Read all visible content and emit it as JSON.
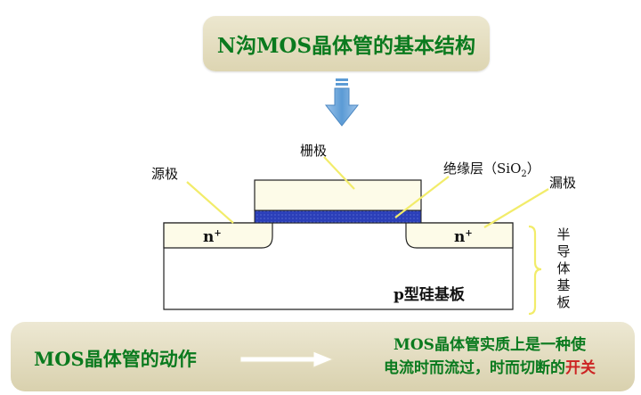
{
  "title": "N沟MOS晶体管的基本结构",
  "labels": {
    "gate": "栅极",
    "oxide": "绝缘层（SiO",
    "oxide_sub": "2",
    "oxide_close": "）",
    "source": "源极",
    "drain": "漏极",
    "n_left": "n",
    "n_right": "n",
    "n_sup": "+",
    "substrate": "p型硅基板",
    "semiconductor_substrate": [
      "半",
      "导",
      "体",
      "基",
      "板"
    ]
  },
  "bottom": {
    "action": "MOS晶体管的动作",
    "essence_line1": "MOS晶体管实质上是一种使",
    "essence_line2": "电流时而流过，时而切断的",
    "essence_highlight": "开关"
  },
  "colors": {
    "title_text": "#0a7a1e",
    "arrow_blue": "#5b9bd5",
    "oxide_blue": "#2b3fb8",
    "leader_yellow": "#f2ec6a",
    "highlight_red": "#cc2222"
  }
}
